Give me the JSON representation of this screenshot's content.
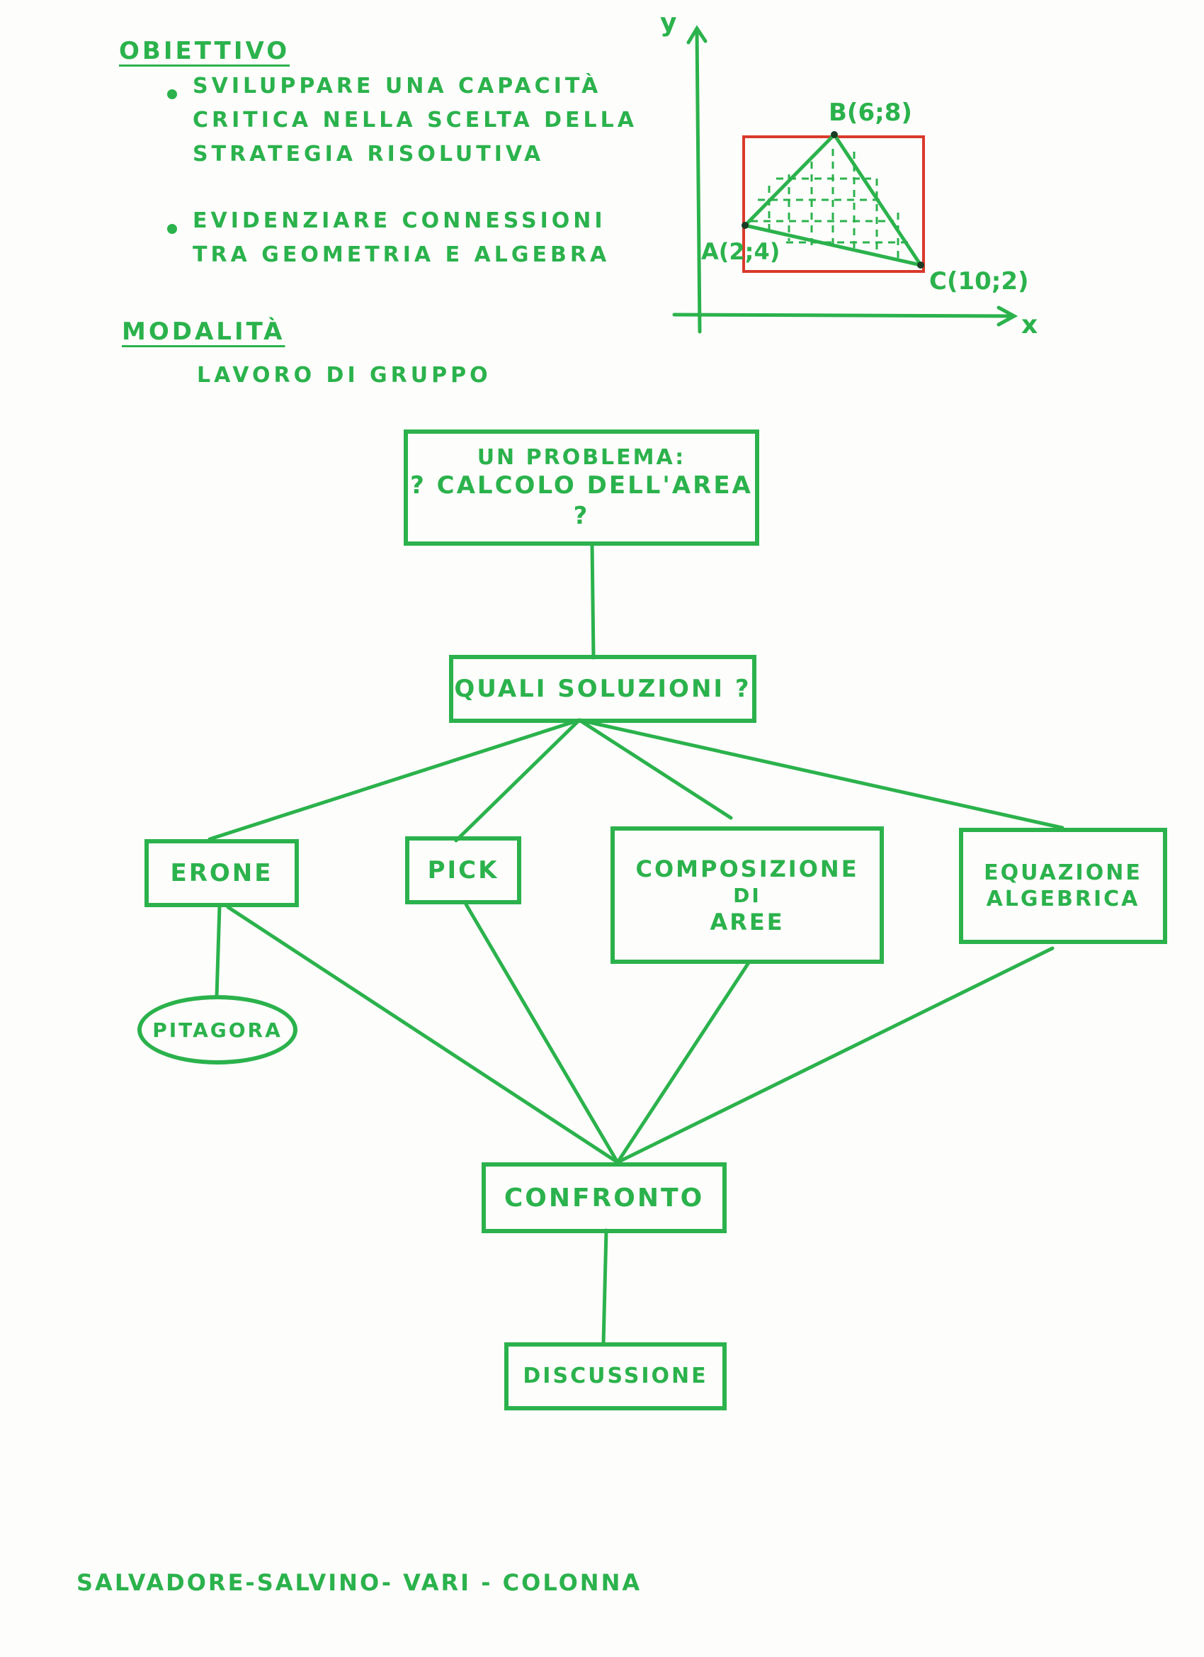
{
  "objective": {
    "heading": "OBIETTIVO",
    "bullets": [
      [
        "SVILUPPARE UNA CAPACITÀ",
        "CRITICA NELLA SCELTA DELLA",
        "STRATEGIA RISOLUTIVA"
      ],
      [
        "EVIDENZIARE CONNESSIONI",
        "TRA GEOMETRIA E ALGEBRA"
      ]
    ]
  },
  "mode": {
    "heading": "MODALITÀ",
    "text": "LAVORO DI GRUPPO"
  },
  "graph": {
    "y_label": "y",
    "x_label": "x",
    "points": [
      {
        "label": "A(2;4)",
        "x": 2,
        "y": 4
      },
      {
        "label": "B(6;8)",
        "x": 6,
        "y": 8
      },
      {
        "label": "C(10;2)",
        "x": 10,
        "y": 2
      }
    ],
    "rect_color": "#d93a2b",
    "line_color": "#2bb24c"
  },
  "flow": {
    "problem": [
      "UN PROBLEMA:",
      "? CALCOLO DELL'AREA ?"
    ],
    "question": "QUALI SOLUZIONI ?",
    "methods": {
      "erone": "ERONE",
      "pick": "PICK",
      "composizione": [
        "COMPOSIZIONE",
        "DI",
        "AREE"
      ],
      "equazione": [
        "EQUAZIONE",
        "ALGEBRICA"
      ]
    },
    "pitagora": "PITAGORA",
    "confronto": "CONFRONTO",
    "discussione": "DISCUSSIONE"
  },
  "authors": "SALVADORE-SALVINO- VARI - COLONNA",
  "colors": {
    "ink": "#2bb24c",
    "red": "#d93a2b"
  }
}
